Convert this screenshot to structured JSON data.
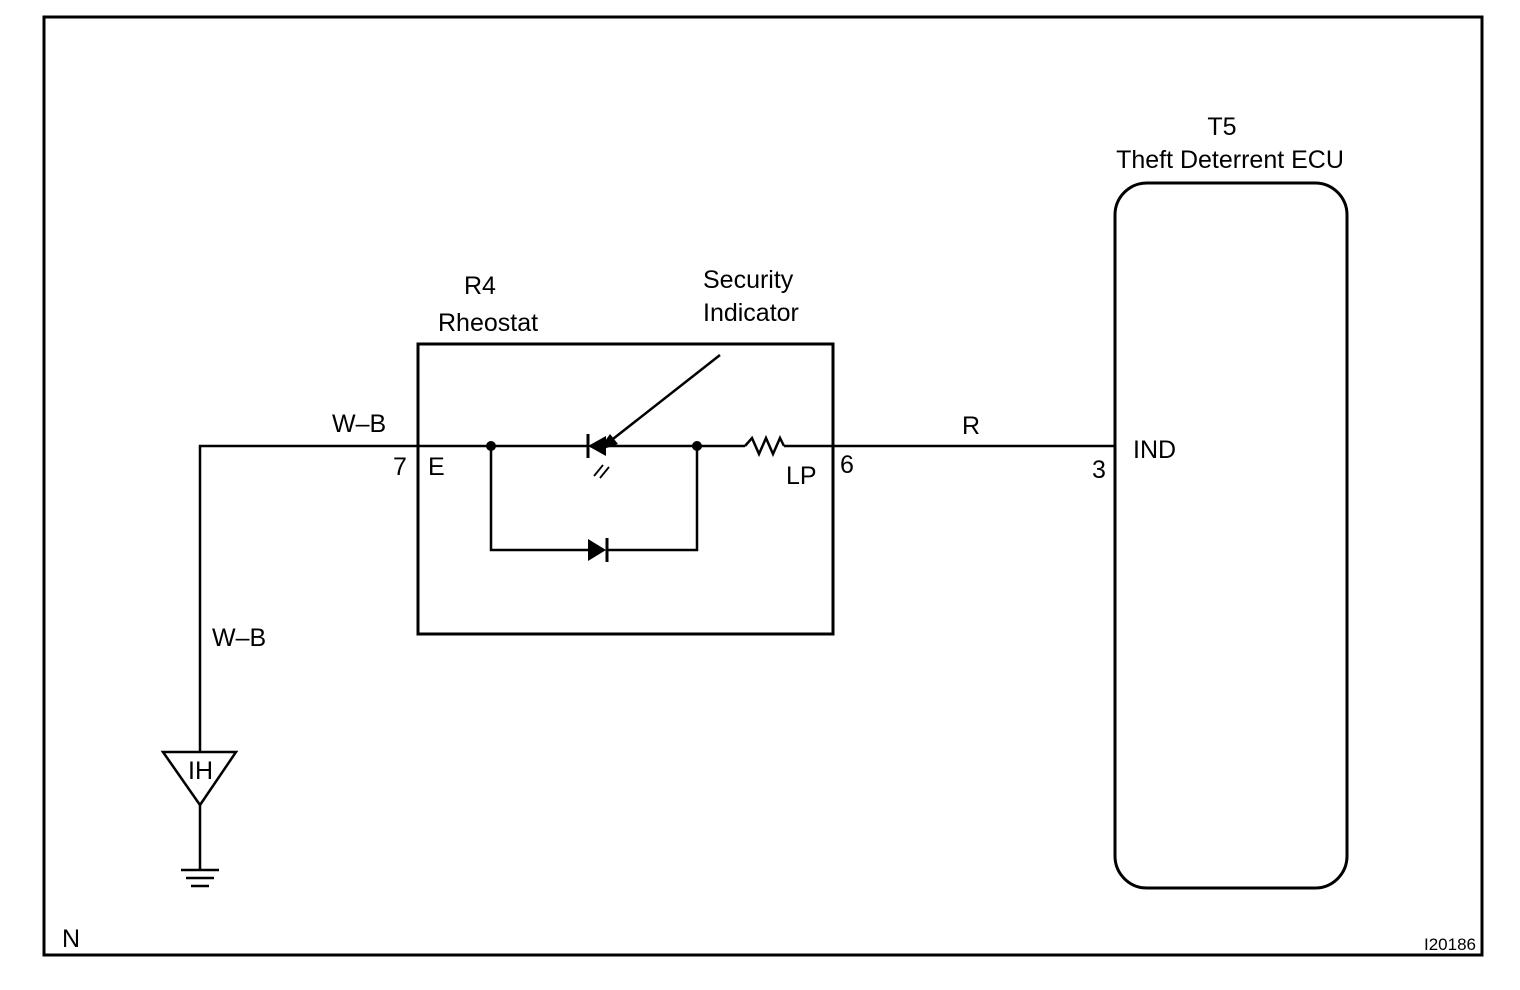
{
  "ecu": {
    "code": "T5",
    "name": "Theft Deterrent ECU",
    "terminal_number": "3",
    "terminal_name": "IND"
  },
  "rheostat": {
    "code": "R4",
    "name": "Rheostat",
    "left_terminal_number": "7",
    "left_terminal_name": "E",
    "right_terminal_number": "6",
    "right_terminal_name": "LP"
  },
  "indicator": {
    "line1": "Security",
    "line2": "Indicator"
  },
  "wires": {
    "top_left": "W–B",
    "vertical_left": "W–B",
    "right": "R"
  },
  "ground": {
    "label": "IH"
  },
  "footer": {
    "corner_left": "N",
    "diagram_id": "I20186"
  }
}
